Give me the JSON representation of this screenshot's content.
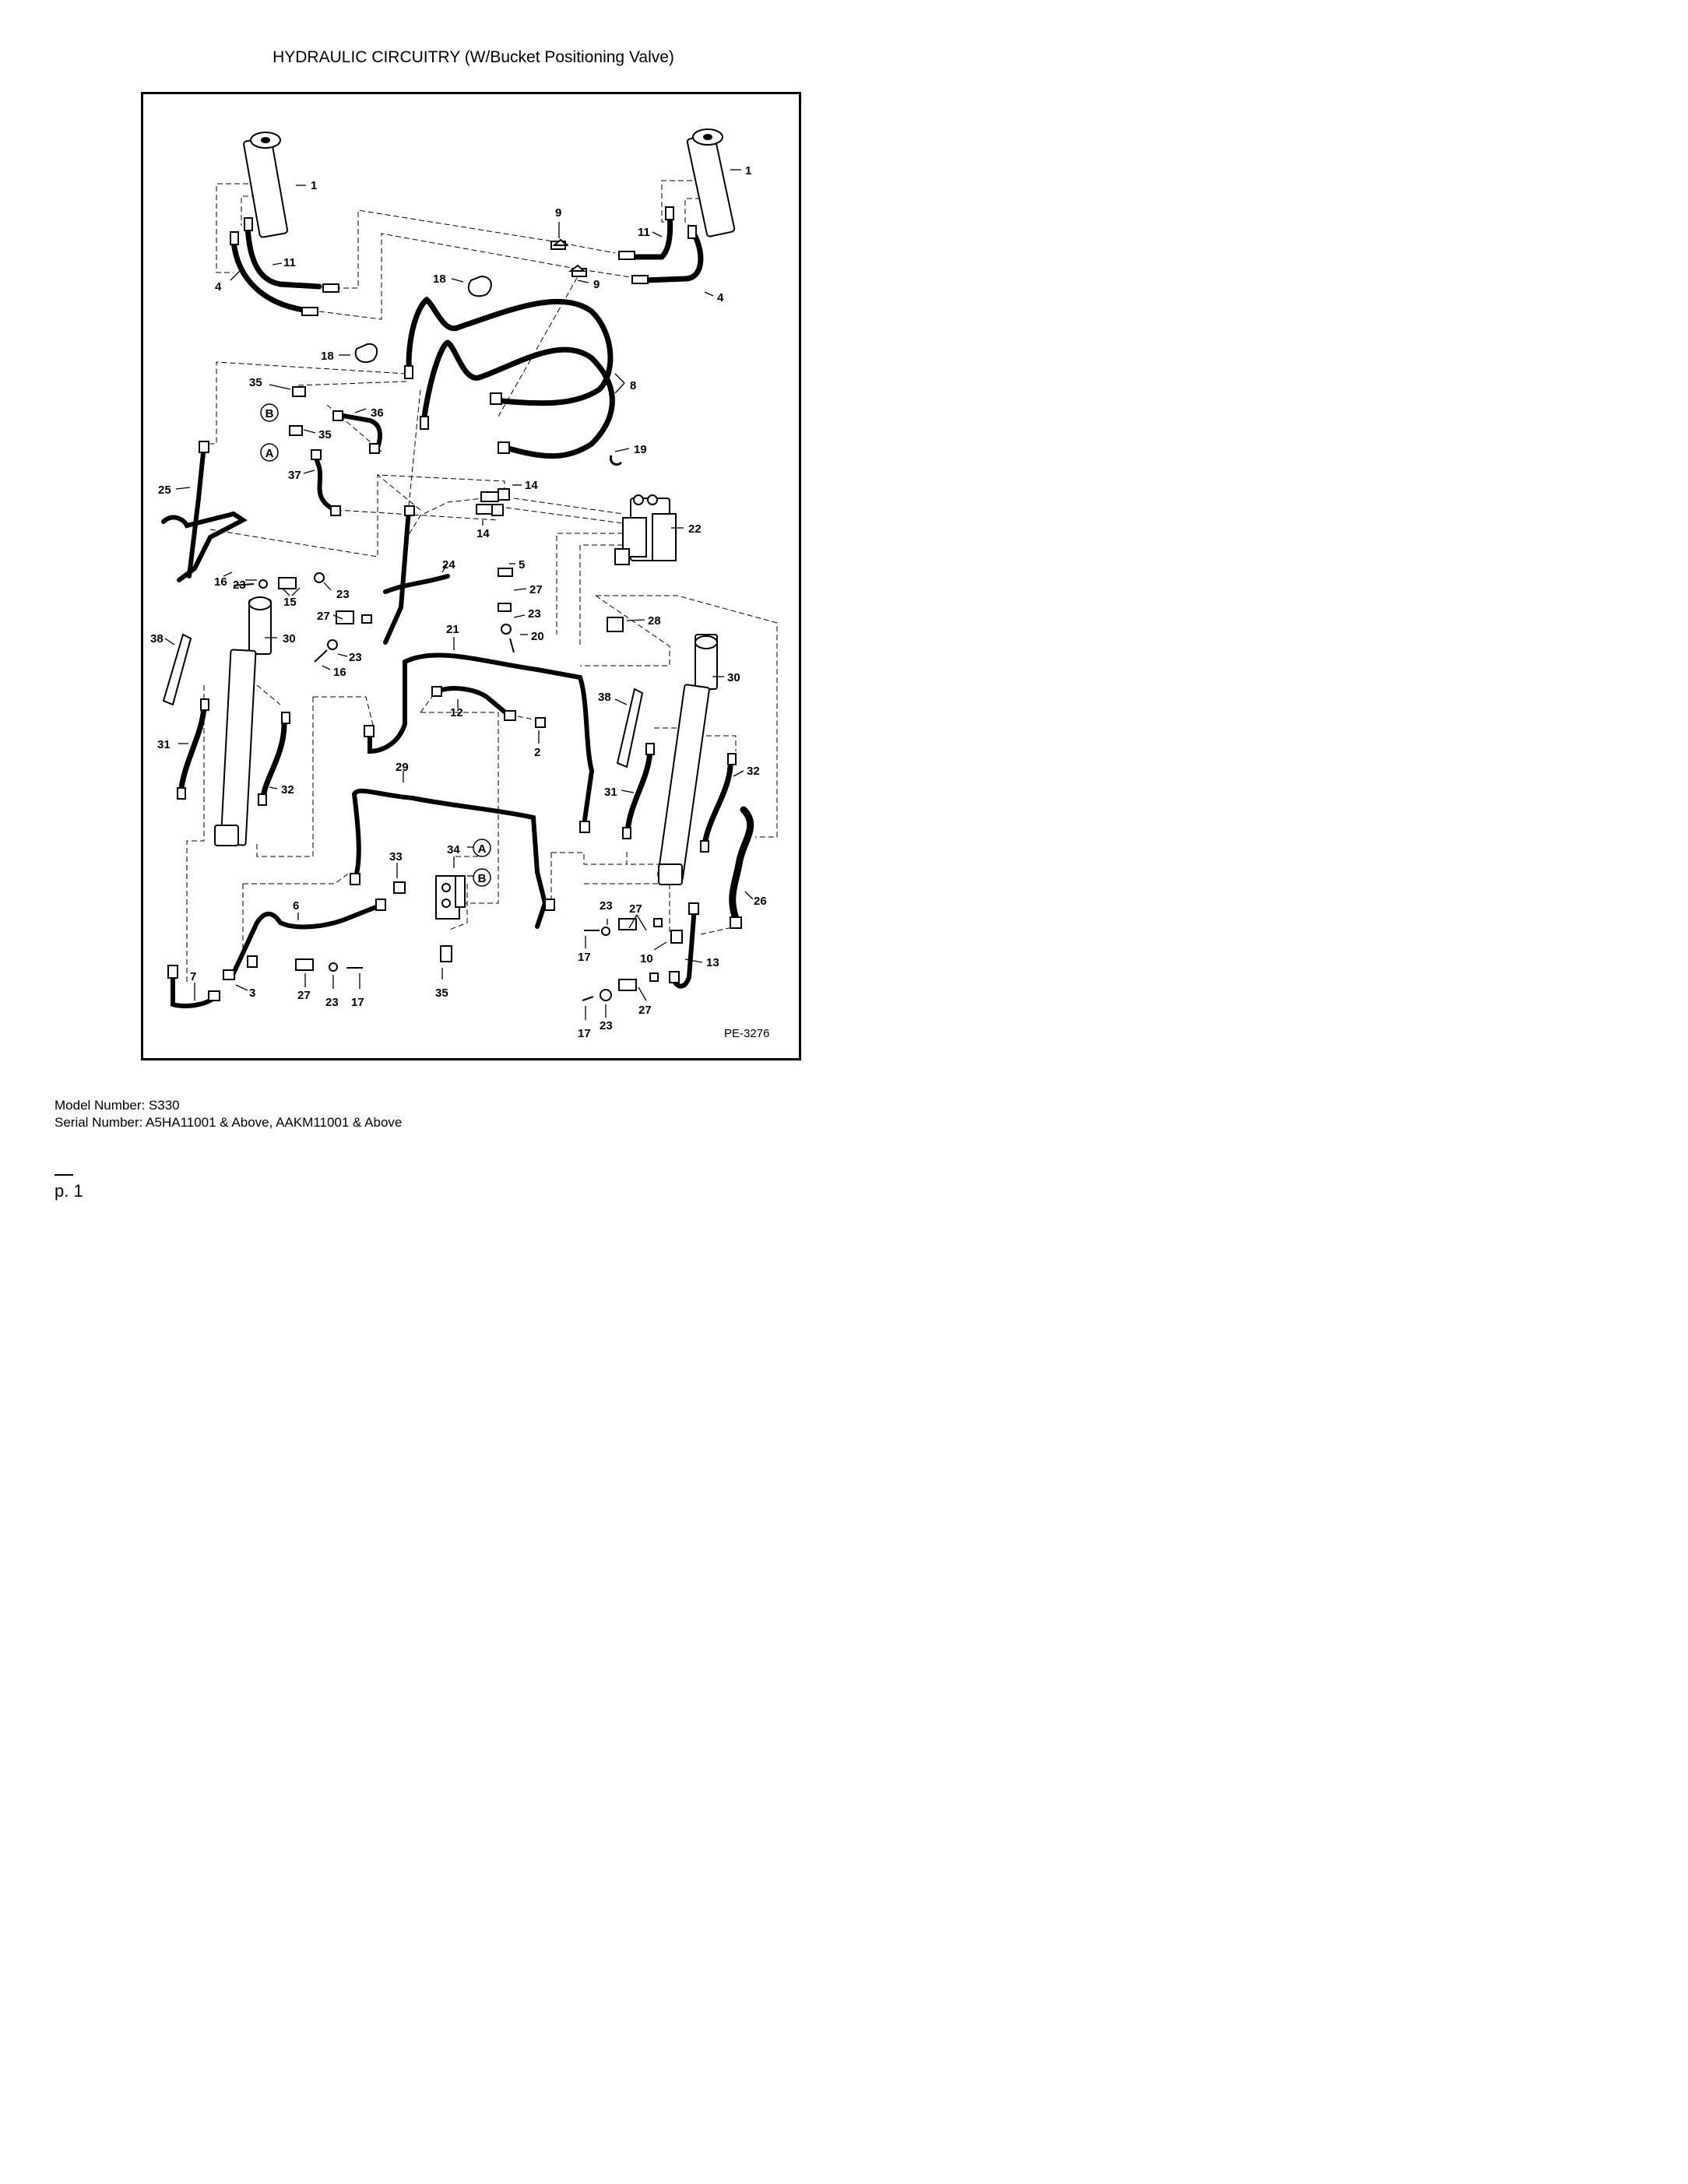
{
  "title": "HYDRAULIC CIRCUITRY (W/Bucket Positioning Valve)",
  "drawing_code": "PE-3276",
  "circle_labels": [
    "A",
    "B"
  ],
  "callouts": [
    "1",
    "2",
    "3",
    "4",
    "5",
    "6",
    "7",
    "8",
    "9",
    "10",
    "11",
    "12",
    "13",
    "14",
    "15",
    "16",
    "17",
    "18",
    "19",
    "20",
    "21",
    "22",
    "23",
    "24",
    "25",
    "26",
    "27",
    "28",
    "29",
    "30",
    "31",
    "32",
    "33",
    "34",
    "35",
    "36",
    "37",
    "38"
  ],
  "footer": {
    "model": "Model Number: S330",
    "serial": "Serial Number: A5HA11001 & Above, AAKM11001 & Above"
  },
  "page_number": "p. 1"
}
